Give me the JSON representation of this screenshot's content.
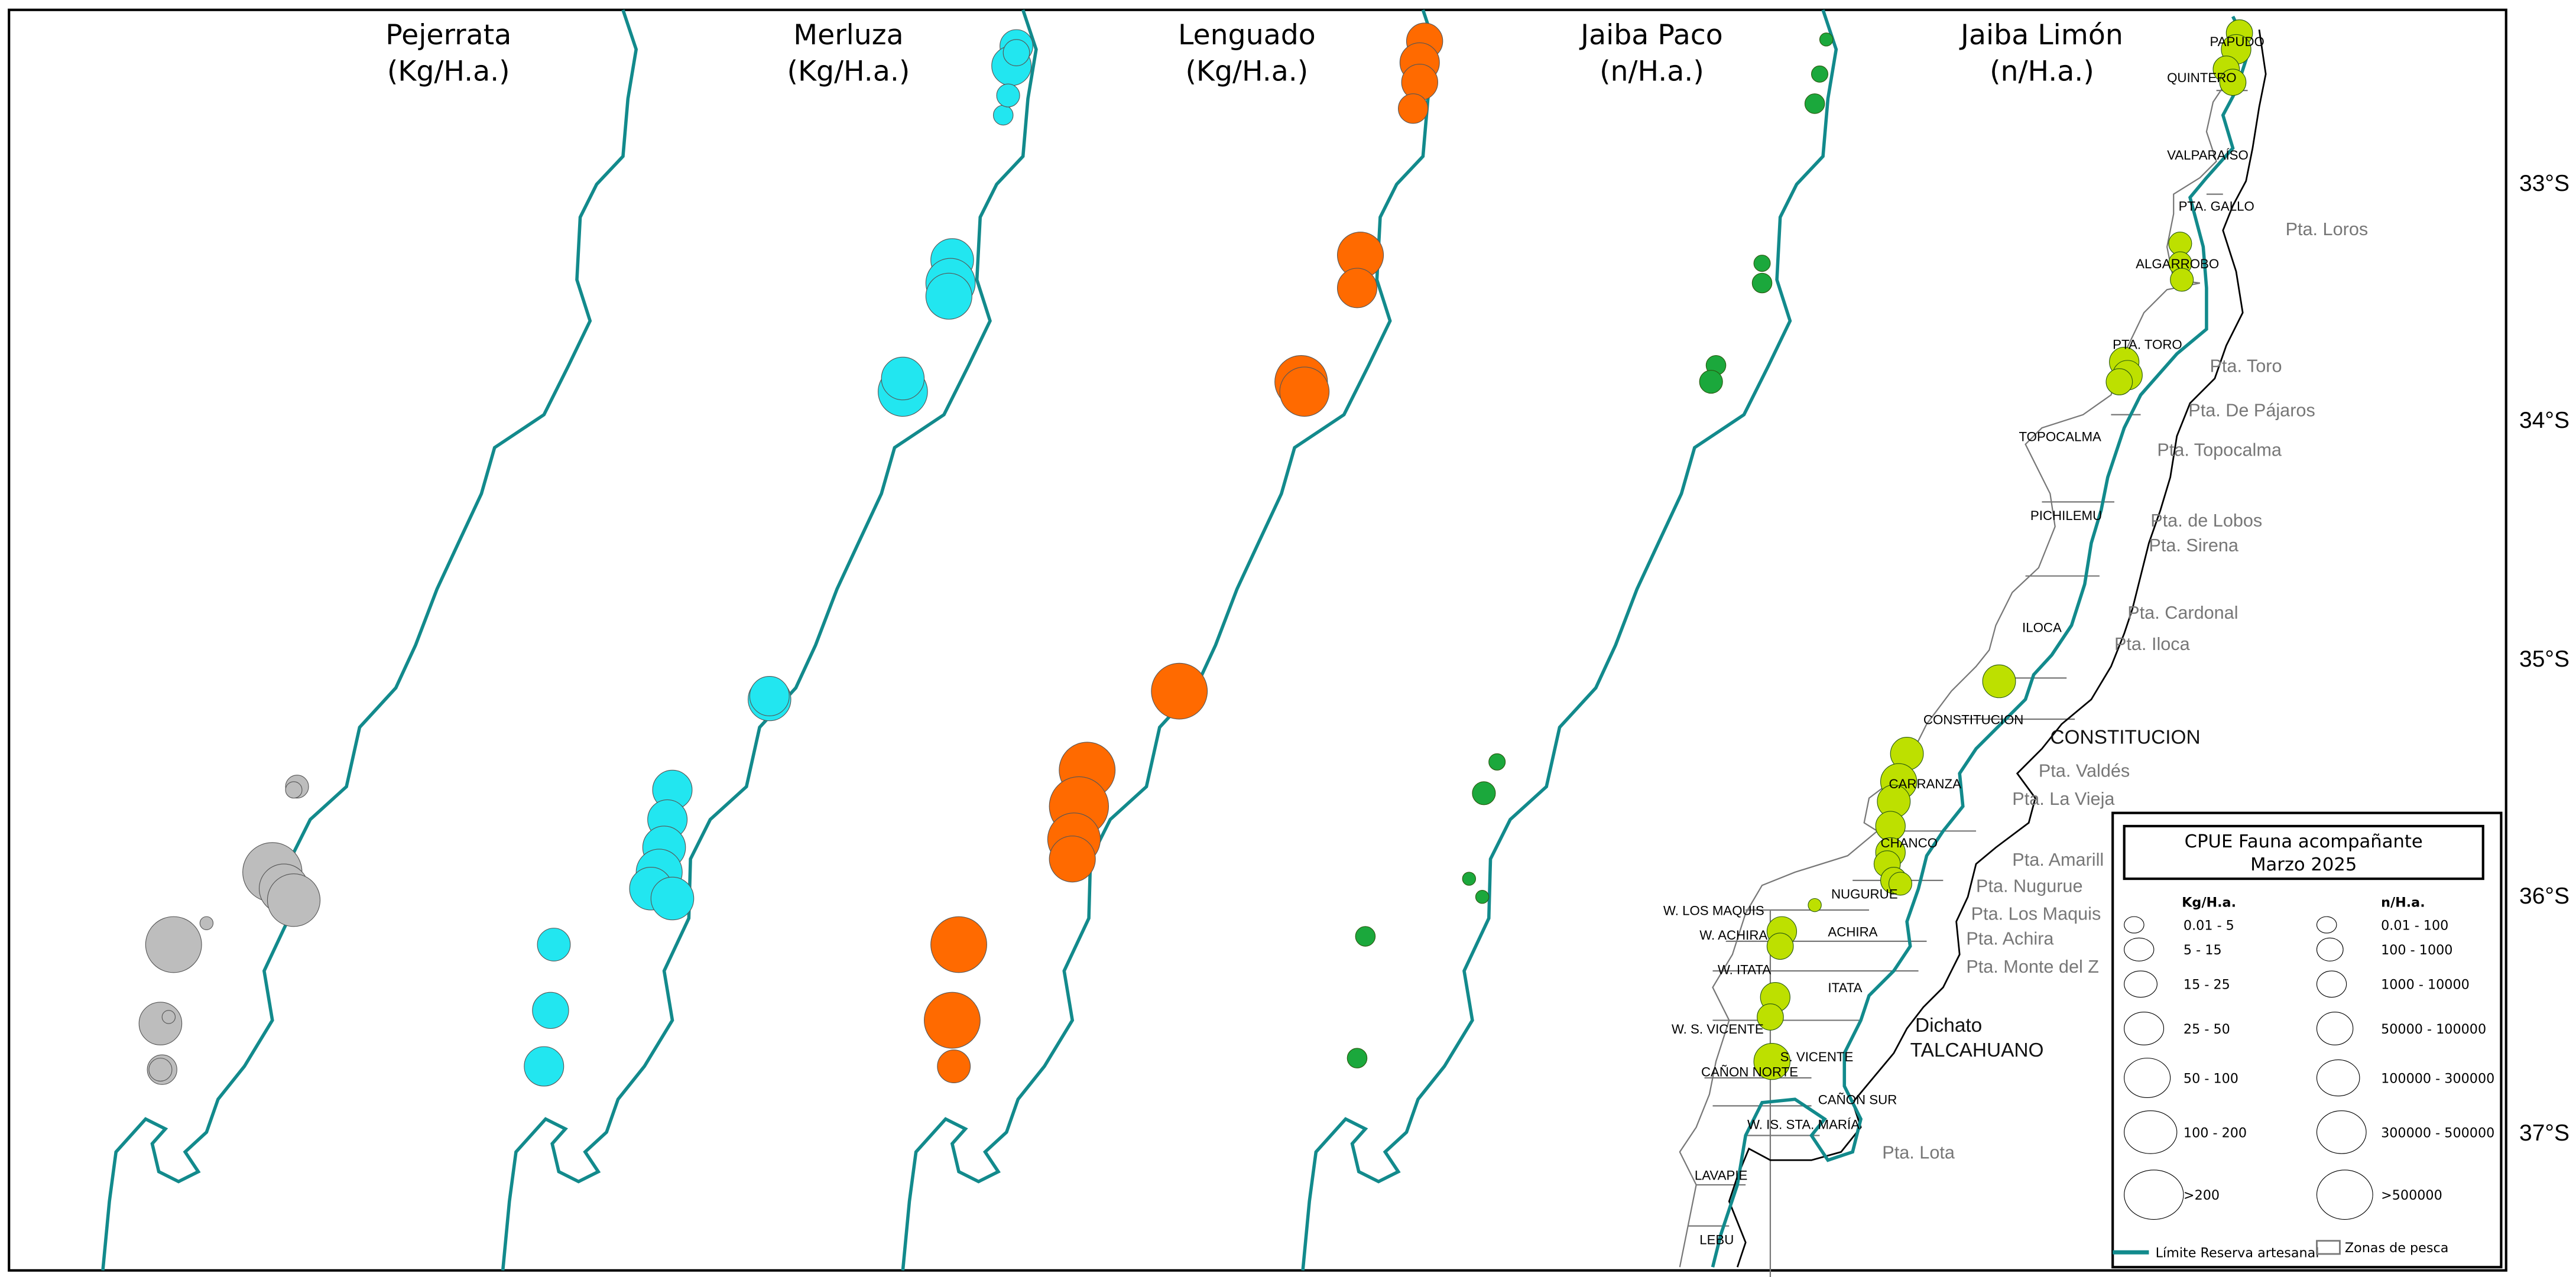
{
  "panels": [
    {
      "title": "Pejerrata",
      "unit": "(Kg/H.a.)",
      "color": "#bdbdbd"
    },
    {
      "title": "Merluza",
      "unit": "(Kg/H.a.)",
      "color": "#22e6f0"
    },
    {
      "title": "Lenguado",
      "unit": "(Kg/H.a.)",
      "color": "#ff6a00"
    },
    {
      "title": "Jaiba Paco",
      "unit": "(n/H.a.)",
      "color": "#1ba83c"
    },
    {
      "title": "Jaiba Limón",
      "unit": "(n/H.a.)",
      "color": "#bde000"
    }
  ],
  "latitudes": [
    "33°S",
    "34°S",
    "35°S",
    "36°S",
    "37°S"
  ],
  "zones": [
    "PAPUDO",
    "QUINTERO",
    "VALPARAÍSO",
    "PTA. GALLO",
    "ALGARROBO",
    "PTA. TORO",
    "TOPOCALMA",
    "PICHILEMU",
    "ILOCA",
    "CONSTITUCION",
    "CARRANZA",
    "CHANCO",
    "NUGURUE",
    "W. LOS MAQUIS",
    "ACHIRA",
    "W. ACHIRA",
    "W. ITATA",
    "ITATA",
    "W. S. VICENTE",
    "S. VICENTE",
    "CAÑON NORTE",
    "CAÑON SUR",
    "W. IS. STA. MARÍA",
    "LAVAPIE",
    "LEBU"
  ],
  "points": [
    "Pta. Loros",
    "Pta. Toro",
    "Pta. De Pájaros",
    "Pta. Topocalma",
    "Pta. de Lobos",
    "Pta. Sirena",
    "Pta. Cardonal",
    "Pta. Iloca",
    "Pta. Valdés",
    "Pta. La Vieja",
    "Pta. Amarill",
    "Pta. Nugurue",
    "Pta. Los Maquis",
    "Pta. Achira",
    "Pta. Monte del Z",
    "Pta. Lota"
  ],
  "cities": [
    "CONSTITUCION",
    "Dichato",
    "TALCAHUANO"
  ],
  "legend": {
    "title": "CPUE Fauna acompañante",
    "subtitle": "Marzo 2025",
    "kg_header": "Kg/H.a.",
    "n_header": "n/H.a.",
    "kg_classes": [
      "0.01 - 5",
      "5 - 15",
      "15 - 25",
      "25 - 50",
      "50 - 100",
      "100 - 200",
      ">200"
    ],
    "n_classes": [
      "0.01 - 100",
      "100 - 1000",
      "1000 - 10000",
      "50000 - 100000",
      "100000 - 300000",
      "300000 - 500000",
      ">500000"
    ],
    "line_label": "Límite Reserva artesanal",
    "zone_label": "Zonas de pesca",
    "line_color": "#128a8c"
  }
}
